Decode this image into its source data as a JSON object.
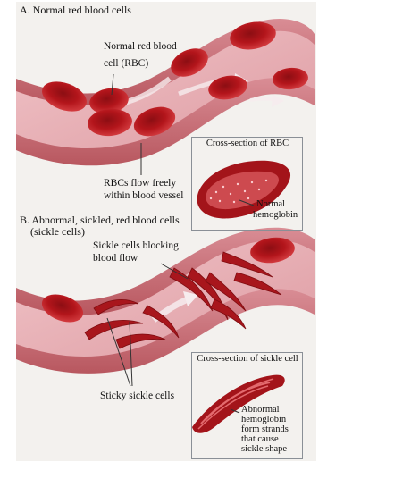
{
  "panel_a": {
    "title": "A. Normal red blood cells",
    "rbc_label_line1": "Normal red blood",
    "rbc_label_line2": "cell (RBC)",
    "flow_label_line1": "RBCs flow freely",
    "flow_label_line2": "within blood vessel",
    "cross_section_title": "Cross-section of RBC",
    "hemoglobin_line1": "Normal",
    "hemoglobin_line2": "hemoglobin"
  },
  "panel_b": {
    "title_line1": "B. Abnormal, sickled, red blood cells",
    "title_line2": "(sickle cells)",
    "blocking_line1": "Sickle cells blocking",
    "blocking_line2": "blood flow",
    "sticky_label": "Sticky sickle cells",
    "cross_section_title": "Cross-section of sickle cell",
    "hemoglobin_line1": "Abnormal",
    "hemoglobin_line2": "hemoglobin",
    "hemoglobin_line3": "form strands",
    "hemoglobin_line4": "that cause",
    "hemoglobin_line5": "sickle shape"
  },
  "colors": {
    "vessel_wall": "#c9707a",
    "vessel_inner": "#e8a9b0",
    "rbc": "#b3151b",
    "rbc_dark": "#7e0c10",
    "flow_arrow": "#f4eef0"
  }
}
